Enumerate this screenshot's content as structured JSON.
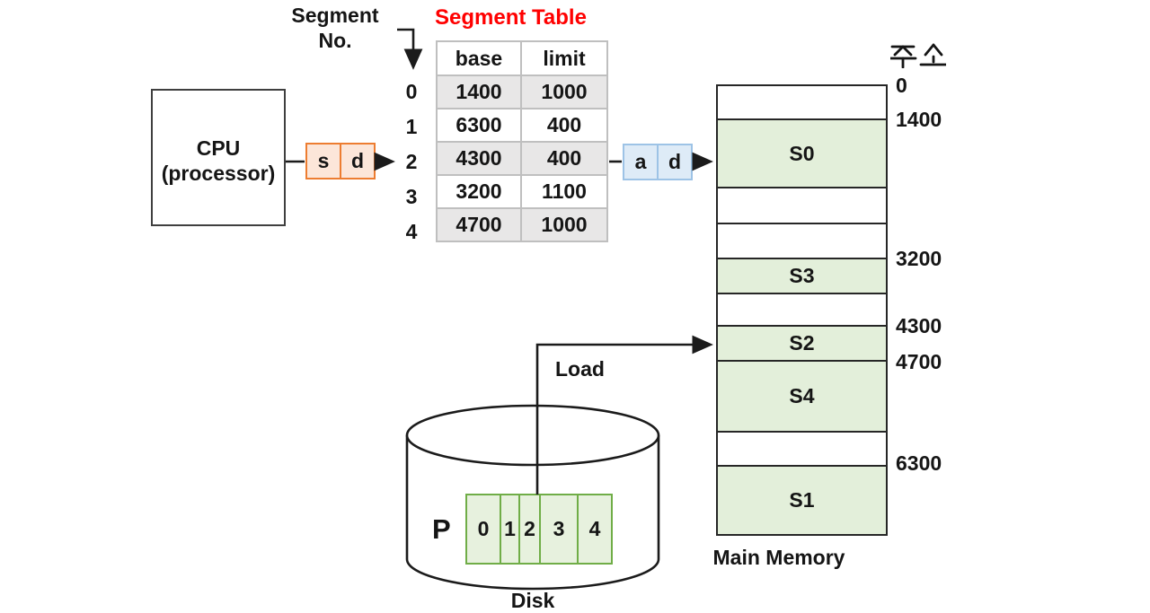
{
  "cpu": {
    "name": "CPU",
    "subtitle": "(processor)"
  },
  "segment_no_label": {
    "line1": "Segment",
    "line2": "No."
  },
  "logical_address_register": {
    "segment_field": "s",
    "offset_field": "d"
  },
  "physical_address_register": {
    "address_field": "a",
    "offset_field": "d"
  },
  "segment_table": {
    "title": "Segment Table",
    "columns": {
      "base": "base",
      "limit": "limit"
    },
    "rows": [
      {
        "index": "0",
        "base": "1400",
        "limit": "1000"
      },
      {
        "index": "1",
        "base": "6300",
        "limit": "400"
      },
      {
        "index": "2",
        "base": "4300",
        "limit": "400"
      },
      {
        "index": "3",
        "base": "3200",
        "limit": "1100"
      },
      {
        "index": "4",
        "base": "4700",
        "limit": "1000"
      }
    ]
  },
  "main_memory": {
    "caption": "Main Memory",
    "address_column_label": "주소",
    "addresses": [
      "0",
      "1400",
      "3200",
      "4300",
      "4700",
      "6300"
    ],
    "segments": [
      {
        "label": ""
      },
      {
        "label": "S0"
      },
      {
        "label": ""
      },
      {
        "label": ""
      },
      {
        "label": "S3"
      },
      {
        "label": ""
      },
      {
        "label": "S2"
      },
      {
        "label": "S4"
      },
      {
        "label": ""
      },
      {
        "label": "S1"
      }
    ]
  },
  "disk": {
    "caption": "Disk",
    "process_label": "P",
    "load_label": "Load",
    "cells": [
      "0",
      "1",
      "2",
      "3",
      "4"
    ]
  },
  "colors": {
    "title_red": "#FF0000",
    "logical_register_border": "#ED7D31",
    "logical_register_fill": "#FCE6D9",
    "physical_register_border": "#9DC3E6",
    "physical_register_fill": "#DEEBF7",
    "segment_fill_green": "#E3EFDA",
    "disk_cell_border": "#70AD47",
    "table_shaded_row": "#E8E7E7",
    "table_border": "#BFBFBF"
  }
}
